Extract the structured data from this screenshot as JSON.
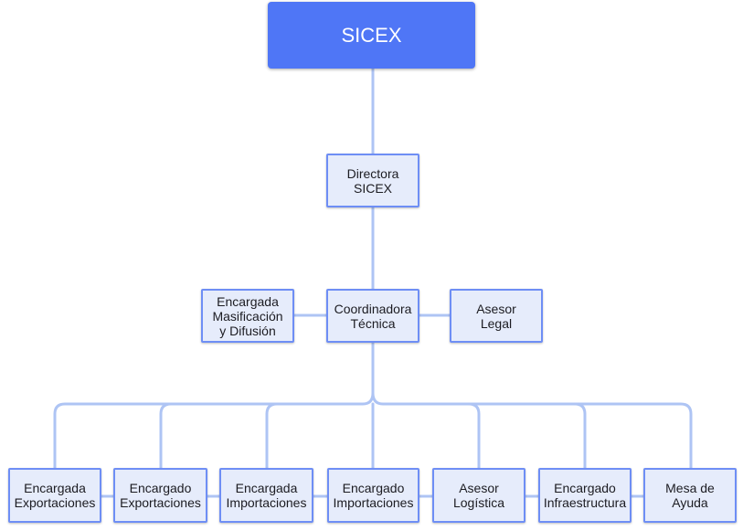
{
  "colors": {
    "root_fill": "#4f76f6",
    "node_fill": "#e6ecfb",
    "node_border": "#6e8ef5",
    "connector": "#aec4f4"
  },
  "org": {
    "root": "SICEX",
    "director": "Directora\nSICEX",
    "coordinator": "Coordinadora\nTécnica",
    "left_advisor": "Encargada\nMasificación\ny Difusión",
    "right_advisor": "Asesor\nLegal",
    "staff": [
      "Encargada\nExportaciones",
      "Encargado\nExportaciones",
      "Encargada\nImportaciones",
      "Encargado\nImportaciones",
      "Asesor\nLogística",
      "Encargado\nInfraestructura",
      "Mesa de\nAyuda"
    ]
  }
}
